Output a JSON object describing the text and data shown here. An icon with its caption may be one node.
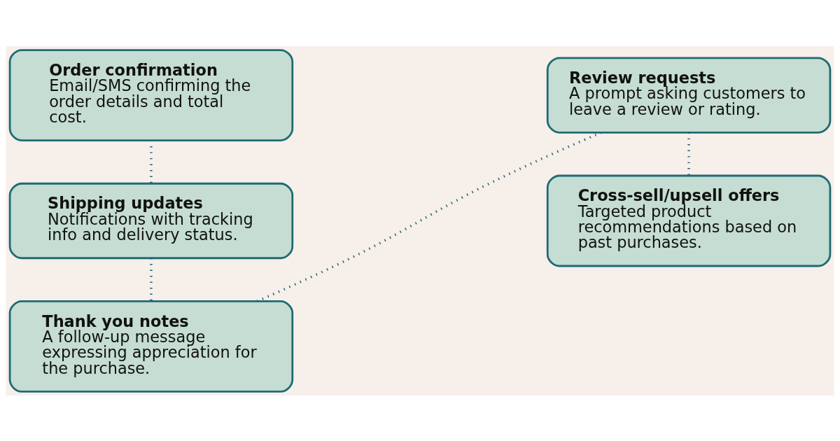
{
  "diagram": {
    "nodes": [
      {
        "text": [
          "Order confirmation",
          "Email/SMS confirming the order details and total cost."
        ]
      },
      {
        "text": [
          "Shipping updates",
          "Notifications with tracking info and delivery status."
        ]
      },
      {
        "text": [
          "Thank you notes",
          "A follow-up message expressing appreciation for the purchase."
        ]
      },
      {
        "text": [
          "Review requests",
          "A prompt asking customers to leave a review or rating."
        ]
      },
      {
        "text": [
          "Cross-sell/upsell offers",
          "Targeted product recommendations based on past purchases."
        ]
      }
    ],
    "edges": [
      {
        "from": 0,
        "to": 1,
        "arrow": "none",
        "style": "dashed"
      },
      {
        "from": 1,
        "to": 2,
        "arrow": "none",
        "style": "dashed"
      },
      {
        "from": 2,
        "to": 3,
        "arrow": "none",
        "style": "dashed"
      },
      {
        "from": 3,
        "to": 4,
        "arrow": "none",
        "style": "dashed"
      }
    ]
  }
}
